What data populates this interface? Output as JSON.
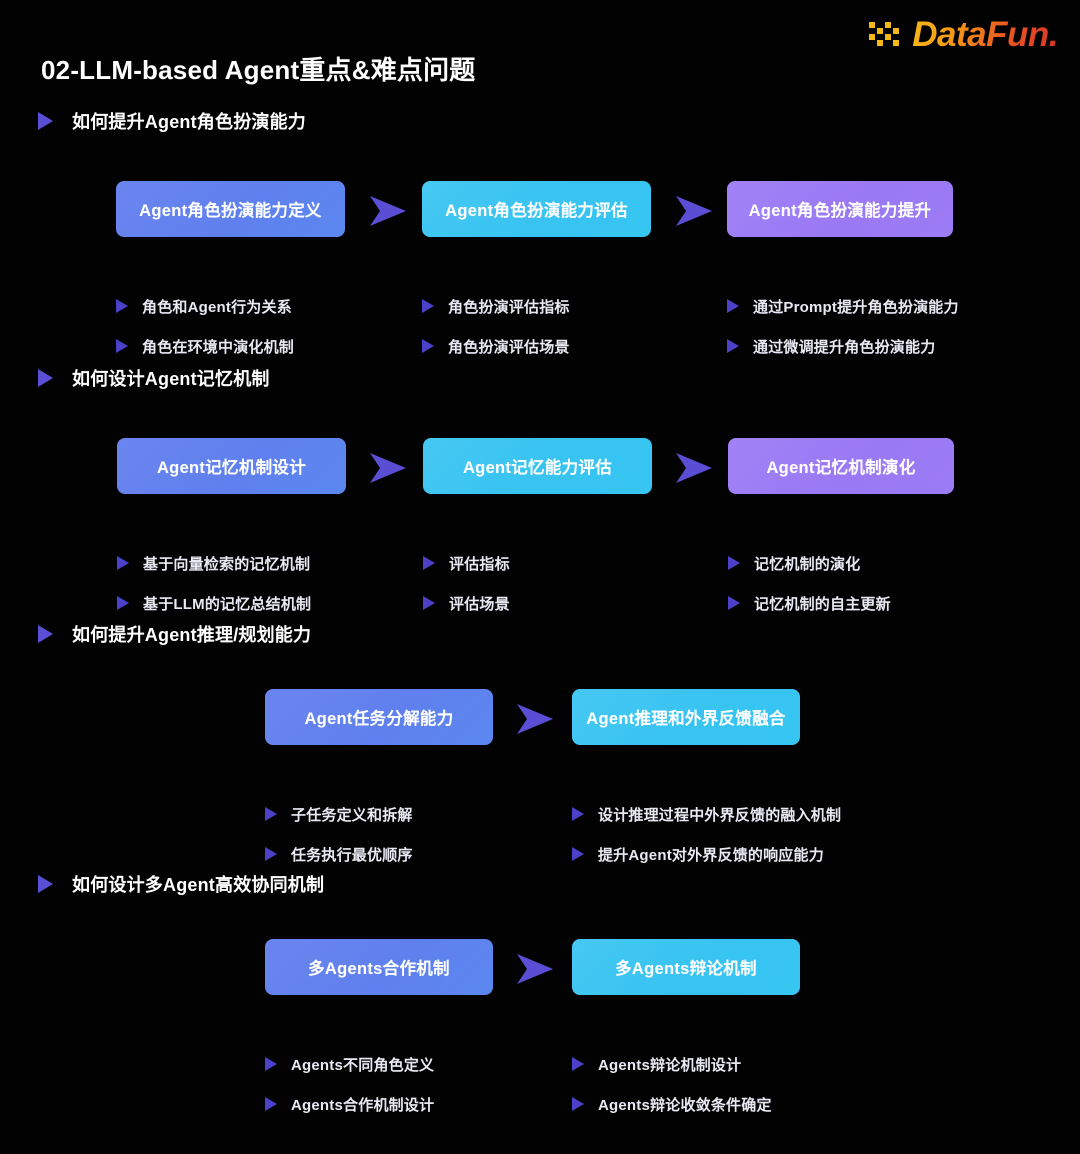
{
  "logo": {
    "text": "DataFun.",
    "mark": "pixel-checker-mark"
  },
  "title": "02-LLM-based Agent重点&难点问题",
  "sections": [
    {
      "heading": "如何提升Agent角色扮演能力",
      "nodes": [
        {
          "label": "Agent角色扮演能力定义",
          "color": "blue"
        },
        {
          "label": "Agent角色扮演能力评估",
          "color": "cyan"
        },
        {
          "label": "Agent角色扮演能力提升",
          "color": "purple"
        }
      ],
      "bullets": [
        [
          "角色和Agent行为关系",
          "角色在环境中演化机制"
        ],
        [
          "角色扮演评估指标",
          "角色扮演评估场景"
        ],
        [
          "通过Prompt提升角色扮演能力",
          "通过微调提升角色扮演能力"
        ]
      ]
    },
    {
      "heading": "如何设计Agent记忆机制",
      "nodes": [
        {
          "label": "Agent记忆机制设计",
          "color": "blue"
        },
        {
          "label": "Agent记忆能力评估",
          "color": "cyan"
        },
        {
          "label": "Agent记忆机制演化",
          "color": "purple"
        }
      ],
      "bullets": [
        [
          "基于向量检索的记忆机制",
          "基于LLM的记忆总结机制"
        ],
        [
          "评估指标",
          "评估场景"
        ],
        [
          "记忆机制的演化",
          "记忆机制的自主更新"
        ]
      ]
    },
    {
      "heading": "如何提升Agent推理/规划能力",
      "nodes": [
        {
          "label": "Agent任务分解能力",
          "color": "blue"
        },
        {
          "label": "Agent推理和外界反馈融合",
          "color": "cyan"
        }
      ],
      "bullets": [
        [
          "子任务定义和拆解",
          "任务执行最优顺序"
        ],
        [
          "设计推理过程中外界反馈的融入机制",
          "提升Agent对外界反馈的响应能力"
        ]
      ]
    },
    {
      "heading": "如何设计多Agent高效协同机制",
      "nodes": [
        {
          "label": "多Agents合作机制",
          "color": "blue"
        },
        {
          "label": "多Agents辩论机制",
          "color": "cyan"
        }
      ],
      "bullets": [
        [
          "Agents不同角色定义",
          "Agents合作机制设计"
        ],
        [
          "Agents辩论机制设计",
          "Agents辩论收敛条件确定"
        ]
      ]
    }
  ],
  "colors": {
    "background": "#020203",
    "node_blue": "#6180ee",
    "node_cyan": "#3ac4f1",
    "node_purple": "#9c7cf5",
    "chevron": "#5a4fd4",
    "bullet_triangle": "#4b42c9",
    "text": "#ffffff",
    "logo_start": "#f5b819",
    "logo_end": "#d8332b"
  }
}
